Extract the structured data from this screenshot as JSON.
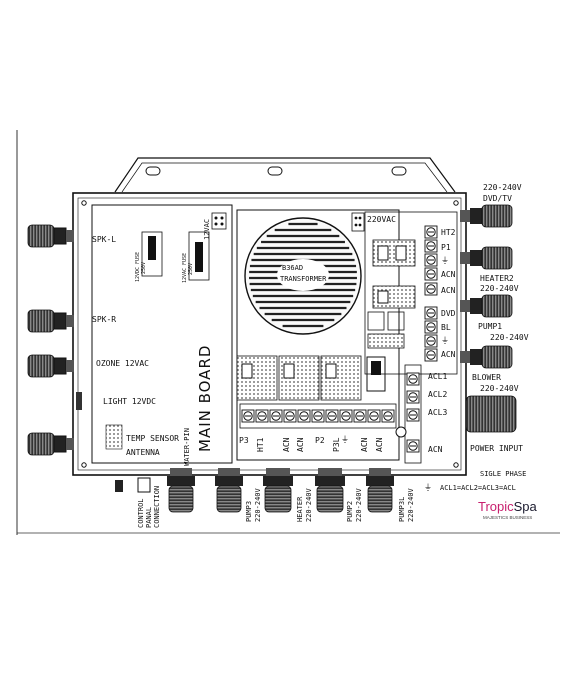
{
  "diagram": {
    "labels": {
      "spk_l": "SPK-L",
      "spk_r": "SPK-R",
      "ozone": "OZONE 12VAC",
      "light": "LIGHT 12VDC",
      "temp_sensor": "TEMP SENSOR",
      "antenna": "ANTENNA",
      "main_board": "MAIN BOARD",
      "water_pin": "WATER-PIN",
      "control_panel": [
        "CONTROL",
        "PANAL",
        "CONNECTION"
      ],
      "fuse_left": [
        "12VDC FUSE",
        "250V"
      ],
      "fuse_right": [
        "12VAC FUSE",
        "250V"
      ],
      "v12ac": "12VAC",
      "v220ac": "220VAC",
      "transformer": [
        "B36AD",
        "TRANSFORMER"
      ],
      "p3": "P3",
      "ht1": "HT1",
      "acn": "ACN",
      "p2": "P2",
      "p3l": "P3L",
      "gnd": "⏚",
      "ht2": "HT2",
      "p1": "P1",
      "dvd": "DVD",
      "bl": "BL",
      "acl1": "ACL1",
      "acl2": "ACL2",
      "acl3": "ACL3"
    },
    "right_labels": {
      "v_top": "220-240V",
      "dvd_tv": "DVD/TV",
      "heater2": "HEATER2",
      "heater2_v": "220-240V",
      "pump1": "PUMP1",
      "pump1_v": "220-240V",
      "blower": "BLOWER",
      "blower_v": "220-240V",
      "power_input": "POWER INPUT",
      "single_phase": "SIGLE PHASE",
      "acl_eq": "ACL1=ACL2=ACL3=ACL"
    },
    "bottom_labels": [
      [
        "PUMP3",
        "220-240V"
      ],
      [
        "HEATER",
        "220-240V"
      ],
      [
        "PUMP2",
        "220-240V"
      ],
      [
        "PUMP3L",
        "220-240V"
      ]
    ],
    "brand": {
      "name_a": "Tropic",
      "name_b": "Spa",
      "tagline": "MAJESTICS BUSINESS",
      "color_a": "#c8206e",
      "color_b": "#1a1a2e"
    }
  }
}
